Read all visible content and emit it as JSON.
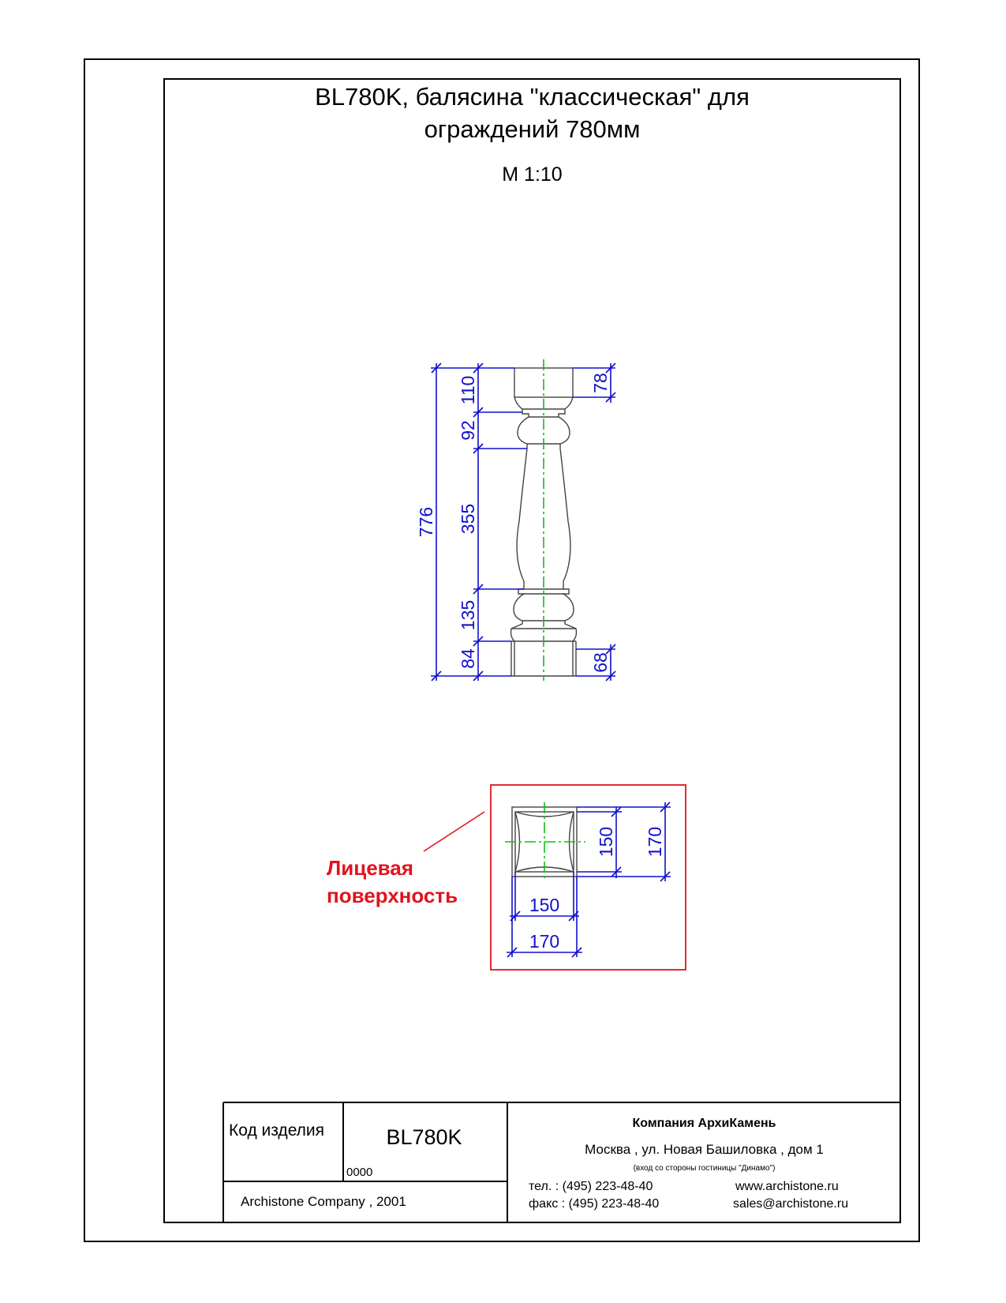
{
  "header": {
    "title_line1": "BL780K, балясина \"классическая\" для",
    "title_line2": "ограждений 780мм",
    "scale": "М 1:10"
  },
  "elevation_dims": {
    "overall_height": "776",
    "top_block": "110",
    "upper_collar": "92",
    "shaft": "355",
    "lower_collar": "135",
    "base_block": "84",
    "top_block_right": "78",
    "base_block_right": "68"
  },
  "plan_dims": {
    "width_inner": "150",
    "width_outer": "170",
    "depth_inner": "150",
    "depth_outer": "170"
  },
  "face_label": {
    "line1": "Лицевая",
    "line2": "поверхность"
  },
  "title_block": {
    "code_label": "Код изделия",
    "code_value": "BL780K",
    "code_number": "0000",
    "author": "Archistone  Company ,  2001",
    "company": "Компания  АрхиКамень",
    "address": "Москва , ул. Новая Башиловка , дом 1",
    "entrance_note": "(вход со стороны гостиницы \"Динамо\")",
    "phone": "тел.   :  (495) 223-48-40",
    "fax": "факс :  (495) 223-48-40",
    "website": "www.archistone.ru",
    "email": "sales@archistone.ru"
  },
  "colors": {
    "dimension": "#1010cc",
    "centerline": "#10c010",
    "highlight": "#e0141e",
    "outline": "#000000"
  }
}
